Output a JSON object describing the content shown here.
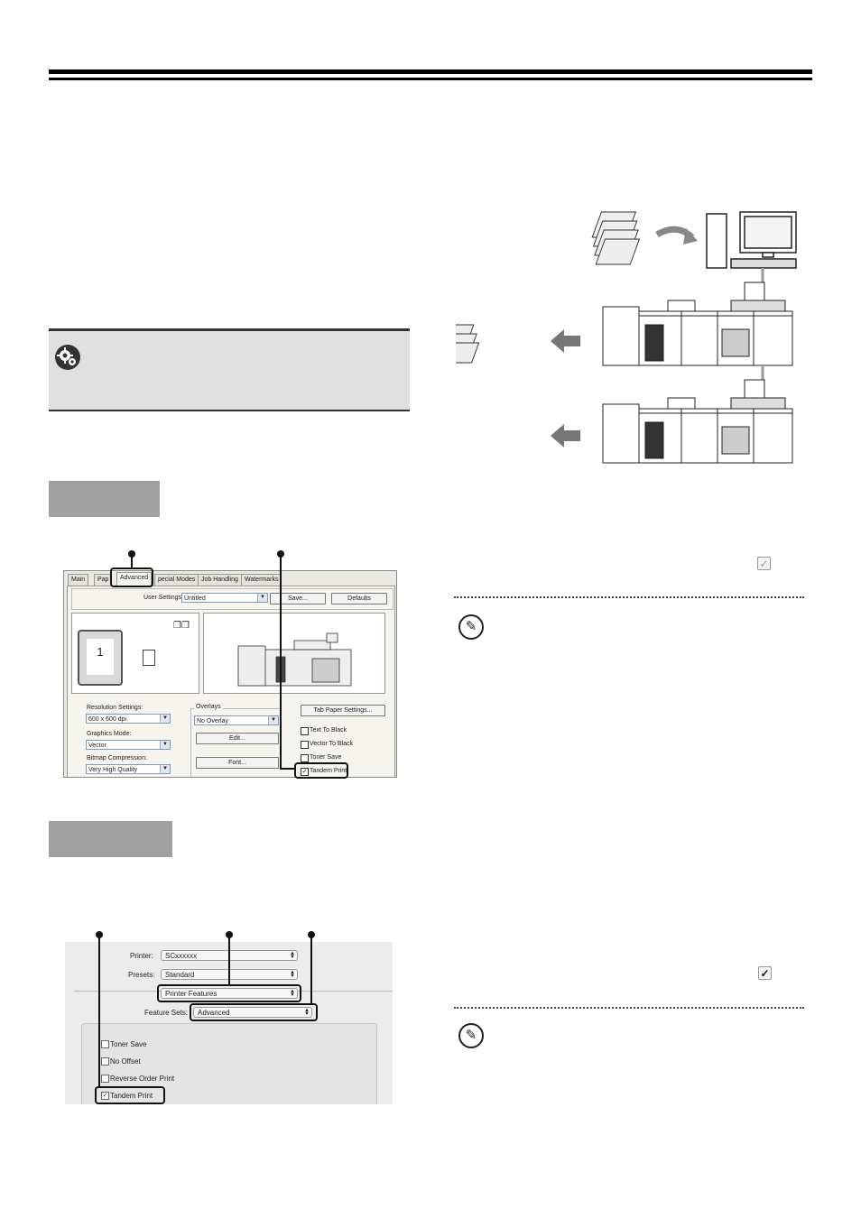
{
  "windows_dialog": {
    "tabs": [
      "Main",
      "Pap",
      "Advanced",
      "pecial Modes",
      "Job Handling",
      "Watermarks"
    ],
    "user_settings_label": "User Settings:",
    "user_settings_value": "Untitled",
    "save_button": "Save...",
    "defaults_button": "Defaults",
    "preview_page_number": "1",
    "resolution_label": "Resolution Settings:",
    "resolution_value": "600 x 600 dpi",
    "graphics_mode_label": "Graphics Mode:",
    "graphics_mode_value": "Vector",
    "bitmap_label": "Bitmap Compression:",
    "bitmap_value": "Very High Quality",
    "overlays_label": "Overlays",
    "overlays_value": "No Overlay",
    "edit_button": "Edit...",
    "font_button": "Font...",
    "tab_paper_button": "Tab Paper Settings...",
    "checkboxes": [
      {
        "label": "Text To Black",
        "checked": false
      },
      {
        "label": "Vector To Black",
        "checked": false
      },
      {
        "label": "Toner Save",
        "checked": false
      },
      {
        "label": "Tandem Print",
        "checked": true
      }
    ]
  },
  "mac_dialog": {
    "printer_label": "Printer:",
    "printer_value": "SCxxxxxx",
    "presets_label": "Presets:",
    "presets_value": "Standard",
    "panel_value": "Printer Features",
    "feature_sets_label": "Feature Sets:",
    "feature_sets_value": "Advanced",
    "checkboxes": [
      {
        "label": "Toner Save",
        "checked": false
      },
      {
        "label": "No Offset",
        "checked": false
      },
      {
        "label": "Reverse Order Print",
        "checked": false
      },
      {
        "label": "Tandem Print",
        "checked": true
      }
    ]
  },
  "icons": {
    "settings_icon": "gear-icon",
    "note_icon": "pencil-icon",
    "check_icon_win": "checkbox-icon",
    "check_icon_mac": "checkbox-icon"
  },
  "colors": {
    "step_box": "#a0a0a0",
    "note_box": "#e0e0e0",
    "highlight": "#111111"
  }
}
